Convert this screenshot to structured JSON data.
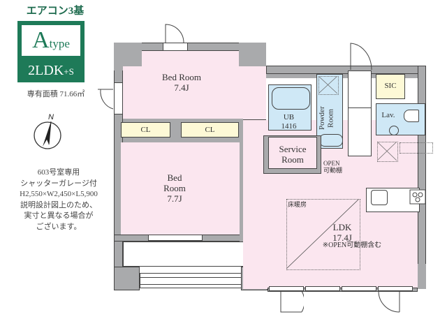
{
  "header": {
    "aircon": "エアコン3基",
    "type_letter": "A",
    "type_suffix": "type",
    "layout": "2LDK",
    "layout_suffix": "+S",
    "area": "専有面積 71.66㎡"
  },
  "compass": {
    "label": "N"
  },
  "note": {
    "lines": [
      "603号室専用",
      "シャッターガレージ付",
      "H2,550×W2,450×L5,900",
      "説明設計図上のため、",
      "実寸と異なる場合が",
      "ございます。"
    ]
  },
  "rooms": {
    "bed1": {
      "name": "Bed Room",
      "size": "7.4J"
    },
    "bed2": {
      "name1": "Bed",
      "name2": "Room",
      "size": "7.7J"
    },
    "cl1": {
      "name": "CL"
    },
    "cl2": {
      "name": "CL"
    },
    "ub": {
      "name": "UB",
      "size": "1416"
    },
    "powder": {
      "name1": "Powder",
      "name2": "Room"
    },
    "sic": {
      "name": "SIC"
    },
    "lav": {
      "name": "Lav."
    },
    "service": {
      "name1": "Service",
      "name2": "Room"
    },
    "open_shelf": {
      "line1": "OPEN",
      "line2": "可動棚"
    },
    "floor_heating": {
      "label": "床暖房"
    },
    "ldk": {
      "name": "LDK",
      "size": "17.4J",
      "note": "※OPEN可動棚含む"
    }
  },
  "colors": {
    "brand_green": "#1e7a58",
    "wall_gray": "#a9aaac",
    "room_pink": "#fbe6ef",
    "wet_blue": "#cfe8f6",
    "closet_cream": "#fdf9d6"
  }
}
